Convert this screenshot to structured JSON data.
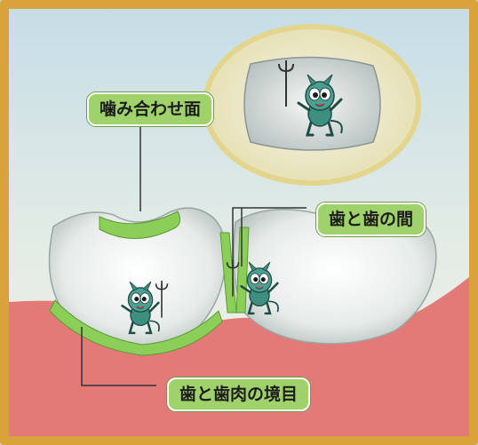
{
  "labels": {
    "occlusal_surface": "噛み合わせ面",
    "between_teeth": "歯と歯の間",
    "gum_line": "歯と歯肉の境目"
  },
  "colors": {
    "frame": "#d9a23a",
    "sky": "#c6dde7",
    "gum": "#e27a78",
    "tooth": "#e9eeec",
    "plaque_highlight": "#8ccf58",
    "label_bg": "#9fd26a",
    "germ": "#3f8f80"
  },
  "icons": [
    "germ-character-icon",
    "trident-icon"
  ]
}
